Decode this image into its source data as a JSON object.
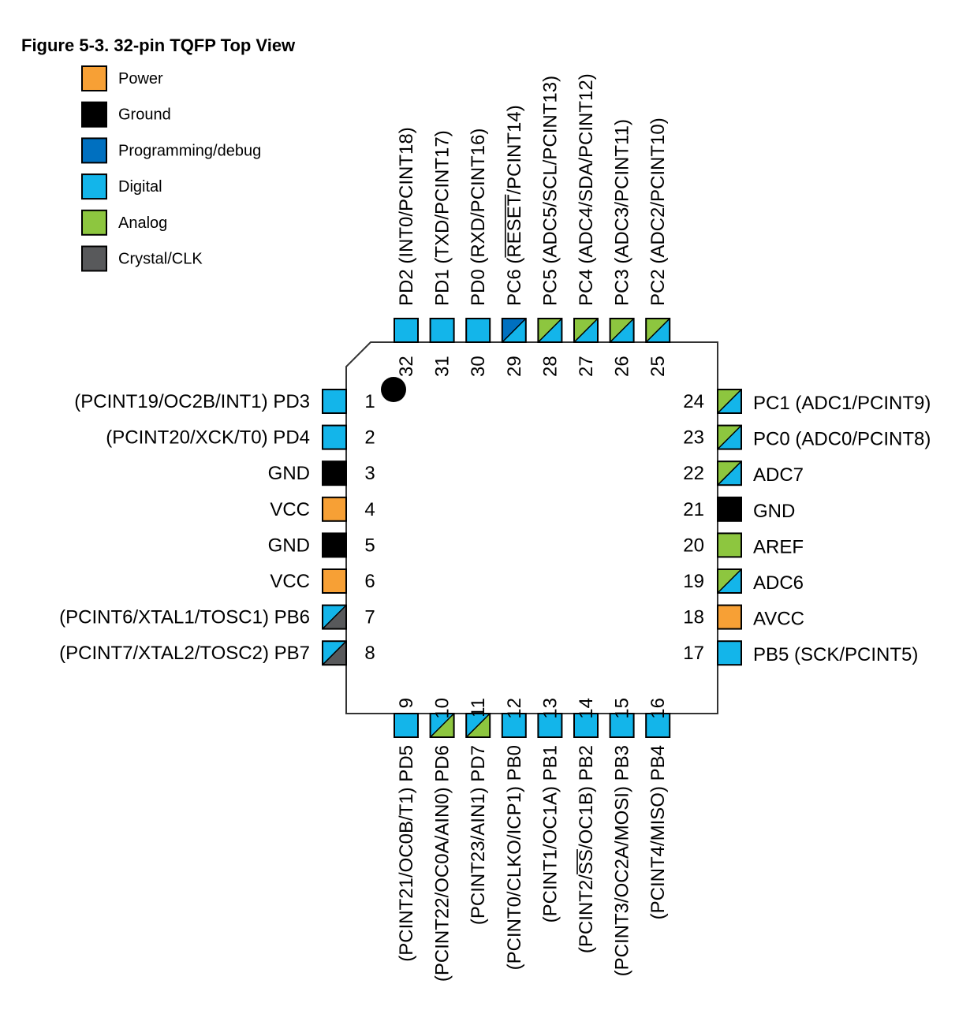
{
  "title": "Figure 5-3.  32-pin TQFP Top View",
  "colors": {
    "power": "#F7A035",
    "ground": "#000000",
    "programming": "#0070C0",
    "digital": "#13B5EA",
    "analog": "#8DC63F",
    "crystal": "#58595B"
  },
  "legend": [
    {
      "type": "power",
      "label": "Power"
    },
    {
      "type": "ground",
      "label": "Ground"
    },
    {
      "type": "programming",
      "label": "Programming/debug"
    },
    {
      "type": "digital",
      "label": "Digital"
    },
    {
      "type": "analog",
      "label": "Analog"
    },
    {
      "type": "crystal",
      "label": "Crystal/CLK"
    }
  ],
  "pins": {
    "left": [
      {
        "num": "1",
        "label": "(PCINT19/OC2B/INT1) PD3",
        "types": [
          "digital"
        ]
      },
      {
        "num": "2",
        "label": "(PCINT20/XCK/T0) PD4",
        "types": [
          "digital"
        ]
      },
      {
        "num": "3",
        "label": "GND",
        "types": [
          "ground"
        ]
      },
      {
        "num": "4",
        "label": "VCC",
        "types": [
          "power"
        ]
      },
      {
        "num": "5",
        "label": "GND",
        "types": [
          "ground"
        ]
      },
      {
        "num": "6",
        "label": "VCC",
        "types": [
          "power"
        ]
      },
      {
        "num": "7",
        "label": "(PCINT6/XTAL1/TOSC1) PB6",
        "types": [
          "digital",
          "crystal"
        ]
      },
      {
        "num": "8",
        "label": "(PCINT7/XTAL2/TOSC2) PB7",
        "types": [
          "digital",
          "crystal"
        ]
      }
    ],
    "bottom": [
      {
        "num": "9",
        "label": "(PCINT21/OC0B/T1) PD5",
        "types": [
          "digital"
        ]
      },
      {
        "num": "10",
        "label": "(PCINT22/OC0A/AIN0) PD6",
        "types": [
          "digital",
          "analog"
        ]
      },
      {
        "num": "11",
        "label": "(PCINT23/AIN1) PD7",
        "types": [
          "digital",
          "analog"
        ]
      },
      {
        "num": "12",
        "label": "(PCINT0/CLKO/ICP1) PB0",
        "types": [
          "digital"
        ]
      },
      {
        "num": "13",
        "label": "(PCINT1/OC1A) PB1",
        "types": [
          "digital"
        ]
      },
      {
        "num": "14",
        "label": "(PCINT2/SS/OC1B) PB2",
        "overline": "SS",
        "types": [
          "digital"
        ]
      },
      {
        "num": "15",
        "label": "(PCINT3/OC2A/MOSI) PB3",
        "types": [
          "digital"
        ]
      },
      {
        "num": "16",
        "label": "(PCINT4/MISO) PB4",
        "types": [
          "digital"
        ]
      }
    ],
    "right": [
      {
        "num": "24",
        "label": "PC1 (ADC1/PCINT9)",
        "types": [
          "analog",
          "digital"
        ]
      },
      {
        "num": "23",
        "label": "PC0 (ADC0/PCINT8)",
        "types": [
          "analog",
          "digital"
        ]
      },
      {
        "num": "22",
        "label": "ADC7",
        "types": [
          "analog",
          "digital"
        ]
      },
      {
        "num": "21",
        "label": "GND",
        "types": [
          "ground"
        ]
      },
      {
        "num": "20",
        "label": "AREF",
        "types": [
          "analog"
        ]
      },
      {
        "num": "19",
        "label": "ADC6",
        "types": [
          "analog",
          "digital"
        ]
      },
      {
        "num": "18",
        "label": "AVCC",
        "types": [
          "power"
        ]
      },
      {
        "num": "17",
        "label": "PB5 (SCK/PCINT5)",
        "types": [
          "digital"
        ]
      }
    ],
    "top": [
      {
        "num": "32",
        "label": "PD2 (INT0/PCINT18)",
        "types": [
          "digital"
        ]
      },
      {
        "num": "31",
        "label": "PD1 (TXD/PCINT17)",
        "types": [
          "digital"
        ]
      },
      {
        "num": "30",
        "label": "PD0 (RXD/PCINT16)",
        "types": [
          "digital"
        ]
      },
      {
        "num": "29",
        "label": "PC6 (RESET/PCINT14)",
        "overline": "RESET",
        "types": [
          "programming",
          "digital"
        ]
      },
      {
        "num": "28",
        "label": "PC5 (ADC5/SCL/PCINT13)",
        "types": [
          "analog",
          "digital"
        ]
      },
      {
        "num": "27",
        "label": "PC4 (ADC4/SDA/PCINT12)",
        "types": [
          "analog",
          "digital"
        ]
      },
      {
        "num": "26",
        "label": "PC3 (ADC3/PCINT11)",
        "types": [
          "analog",
          "digital"
        ]
      },
      {
        "num": "25",
        "label": "PC2 (ADC2/PCINT10)",
        "types": [
          "analog",
          "digital"
        ]
      }
    ]
  }
}
